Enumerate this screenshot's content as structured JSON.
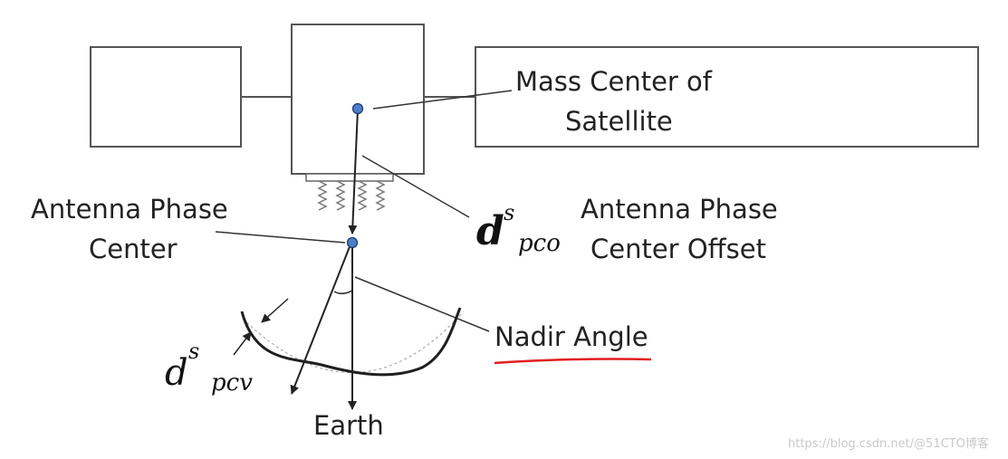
{
  "labels": {
    "mass_center_line1": "Mass Center of",
    "mass_center_line2": "Satellite",
    "antenna_phase_line1": "Antenna Phase",
    "antenna_phase_line2": "Center",
    "pco_desc_line1": "Antenna Phase",
    "pco_desc_line2": "Center Offset",
    "nadir_angle": "Nadir Angle",
    "earth": "Earth"
  },
  "symbols": {
    "pco_base": "d",
    "pco_sup": "s",
    "pco_sub": "pco",
    "pcv_base": "d",
    "pcv_sup": "s",
    "pcv_sub": "pcv"
  },
  "watermark": "https://blog.csdn.net/@51CTO博客",
  "colors": {
    "line": "#333333",
    "point_fill": "#4f7ec4",
    "underline": "#e02020",
    "reference_arc": "#b0b0b0"
  }
}
